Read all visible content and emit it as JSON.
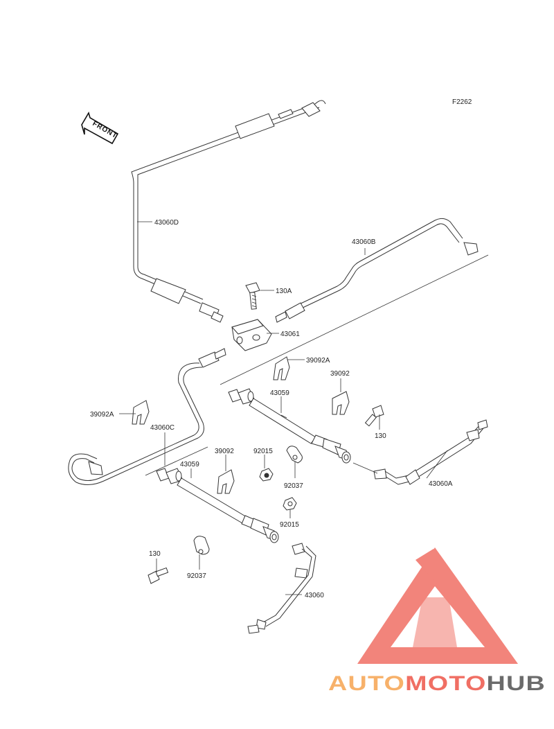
{
  "figure_code": "F2262",
  "front_arrow_label": "FRONT",
  "callouts": {
    "brake_line_d": "43060D",
    "brake_line_b": "43060B",
    "bolt_130a": "130A",
    "joint": "43061",
    "clip_39092a_upper": "39092A",
    "clip_39092_upper": "39092",
    "hose_upper": "43059",
    "clip_39092a_left": "39092A",
    "brake_line_c": "43060C",
    "bolt_130_right": "130",
    "nut_92015_upper": "92015",
    "clamp_92037_upper": "92037",
    "clip_39092_lower": "39092",
    "hose_lower": "43059",
    "brake_line_a": "43060A",
    "nut_92015_lower": "92015",
    "bolt_130_left": "130",
    "clamp_92037_lower": "92037",
    "brake_line": "43060"
  },
  "watermark": {
    "part1": "AUTO",
    "part2": "MOTO",
    "part3": "HUB",
    "colors": {
      "auto": "#f7b16a",
      "moto": "#f06f64",
      "hub": "#6b6b6b",
      "logo": "#f06f64"
    }
  },
  "icons": [
    "front-arrow-icon",
    "automotohub-logo-icon"
  ]
}
